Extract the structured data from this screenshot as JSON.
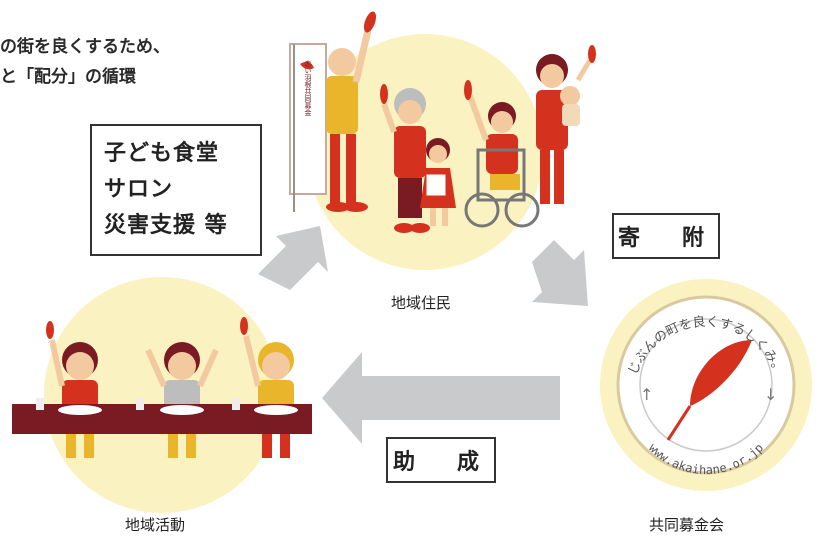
{
  "heading": {
    "line1": "の街を良くするため、",
    "line2": "と「配分」の循環"
  },
  "activities": {
    "items": [
      "子ども食堂",
      "サロン",
      "災害支援 等"
    ]
  },
  "flows": {
    "donation": "寄　附",
    "grant": "助　成"
  },
  "nodes": {
    "residents": "地域住民",
    "community_chest": "共同募金会",
    "activities": "地域活動"
  },
  "emblem": {
    "ring_text": "じぶんの町を良くするしくみ。",
    "url": "www.akaihane.or.jp"
  },
  "poster_text": "赤い羽根共同募金",
  "colors": {
    "accent": "#d4321f",
    "circle": "#fbf2c2",
    "arrow": "#c9cacb",
    "table": "#7a1a22"
  }
}
